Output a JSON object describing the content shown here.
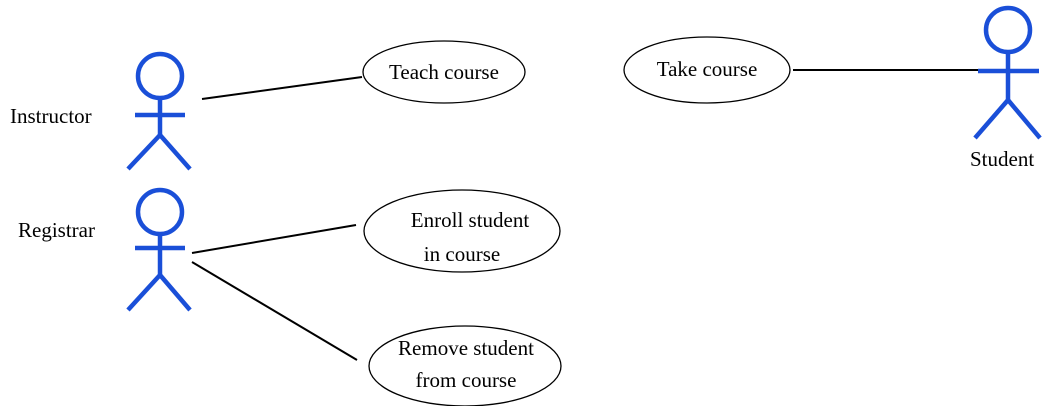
{
  "colors": {
    "actor": "#1a4fd8",
    "line": "#000000",
    "background": "#ffffff"
  },
  "actors": {
    "instructor": {
      "label": "Instructor"
    },
    "registrar": {
      "label": "Registrar"
    },
    "student": {
      "label": "Student"
    }
  },
  "use_cases": {
    "teach_course": {
      "line1": "Teach course"
    },
    "take_course": {
      "line1": "Take course"
    },
    "enroll_student": {
      "line1": "Enroll student",
      "line2": "in course"
    },
    "remove_student": {
      "line1": "Remove student",
      "line2": "from course"
    }
  },
  "associations": [
    {
      "actor": "Instructor",
      "use_case": "Teach course"
    },
    {
      "actor": "Student",
      "use_case": "Take course"
    },
    {
      "actor": "Registrar",
      "use_case": "Enroll student in course"
    },
    {
      "actor": "Registrar",
      "use_case": "Remove student from course"
    }
  ]
}
